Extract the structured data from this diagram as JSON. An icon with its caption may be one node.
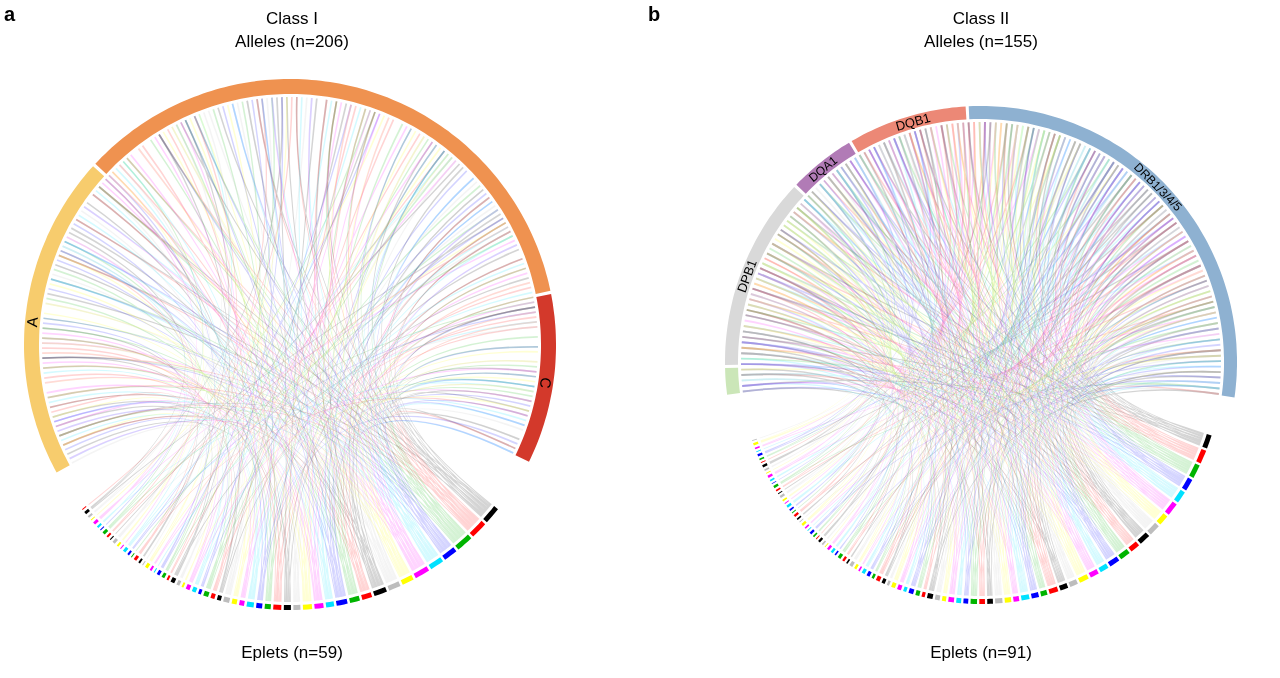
{
  "diagram": {
    "nodes": [
      {
        "text": [
          "A"
        ]
      },
      {
        "text": [],
        "shape": "bar"
      },
      {
        "text": [
          "C"
        ]
      },
      {
        "text": [],
        "shape": "bar"
      },
      {
        "text": [
          "DPB1"
        ]
      },
      {
        "text": [
          "DQA1"
        ]
      },
      {
        "text": [
          "DQB1"
        ]
      },
      {
        "text": [
          "DRB1/3/4/5"
        ]
      }
    ],
    "labels": [
      "a",
      "Class I",
      "Alleles (n=206)",
      "b",
      "Class II",
      "Alleles (n=155)",
      "Eplets (n=59)",
      "Eplets (n=91)"
    ]
  }
}
